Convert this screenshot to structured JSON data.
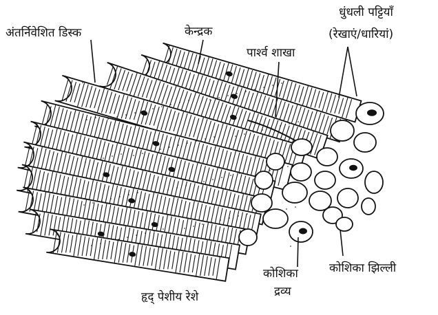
{
  "diagram": {
    "labels": {
      "intercalated_disc": "अंतर्निवेशित डिस्क",
      "nucleus": "केन्द्रक",
      "striations_line1": "धुंधली पट्टियाँ",
      "striations_line2": "(रेखाएं/धारियां)",
      "lateral_branch": "पार्श्व शाखा",
      "cytoplasm_line1": "कोशिका",
      "cytoplasm_line2": "द्रव्य",
      "cell_membrane": "कोशिका झिल्ली",
      "caption": "हृद् पेशीय रेशे"
    },
    "colors": {
      "ink": "#111111",
      "paper": "#ffffff"
    }
  }
}
